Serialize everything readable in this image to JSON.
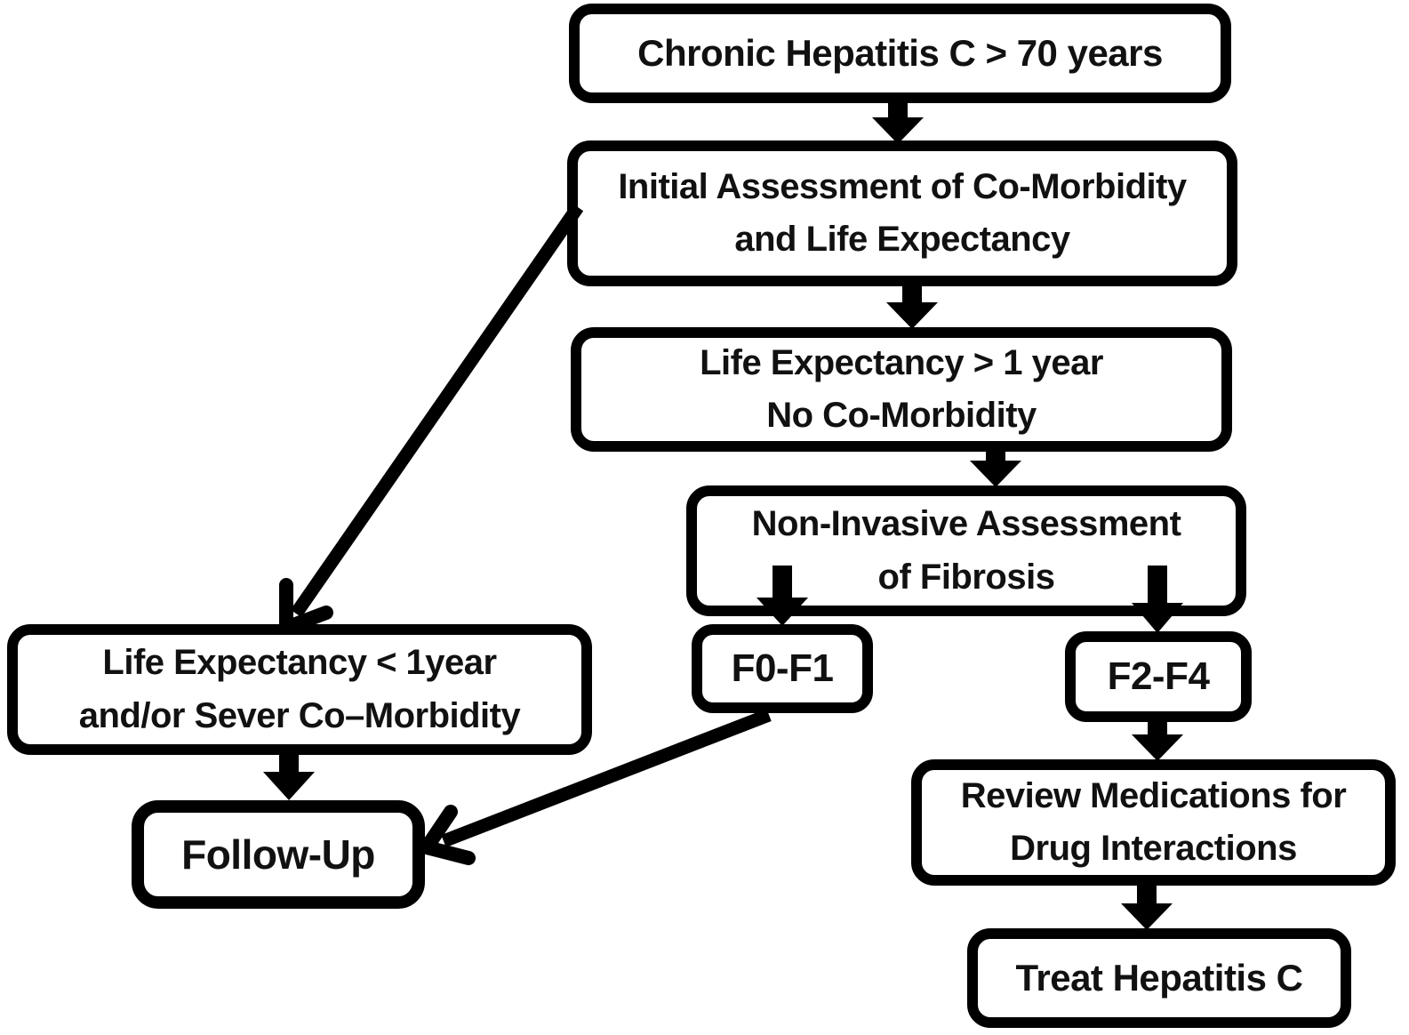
{
  "diagram": {
    "background_color": "#ffffff",
    "line_color": "#000000",
    "text_color": "#111111",
    "nodes": {
      "chronic": {
        "lines": [
          "Chronic Hepatitis C > 70 years"
        ]
      },
      "initial": {
        "lines": [
          "Initial Assessment of Co-Morbidity",
          "and Life Expectancy"
        ]
      },
      "life_gt": {
        "lines": [
          "Life Expectancy > 1 year",
          "No Co-Morbidity"
        ]
      },
      "noninv": {
        "lines": [
          "Non-Invasive Assessment",
          "of Fibrosis"
        ]
      },
      "f0f1": {
        "lines": [
          "F0-F1"
        ]
      },
      "f2f4": {
        "lines": [
          "F2-F4"
        ]
      },
      "review": {
        "lines": [
          "Review Medications for",
          "Drug Interactions"
        ]
      },
      "treat": {
        "lines": [
          "Treat Hepatitis C"
        ]
      },
      "life_lt": {
        "lines": [
          "Life Expectancy < 1year",
          "and/or Sever Co–Morbidity"
        ]
      },
      "followup": {
        "lines": [
          "Follow-Up"
        ]
      }
    },
    "edges": [
      {
        "from": "chronic",
        "to": "initial"
      },
      {
        "from": "initial",
        "to": "life_gt"
      },
      {
        "from": "initial",
        "to": "life_lt"
      },
      {
        "from": "life_gt",
        "to": "noninv"
      },
      {
        "from": "noninv",
        "to": "f0f1"
      },
      {
        "from": "noninv",
        "to": "f2f4"
      },
      {
        "from": "f0f1",
        "to": "followup"
      },
      {
        "from": "f2f4",
        "to": "review"
      },
      {
        "from": "review",
        "to": "treat"
      },
      {
        "from": "life_lt",
        "to": "followup"
      }
    ]
  }
}
